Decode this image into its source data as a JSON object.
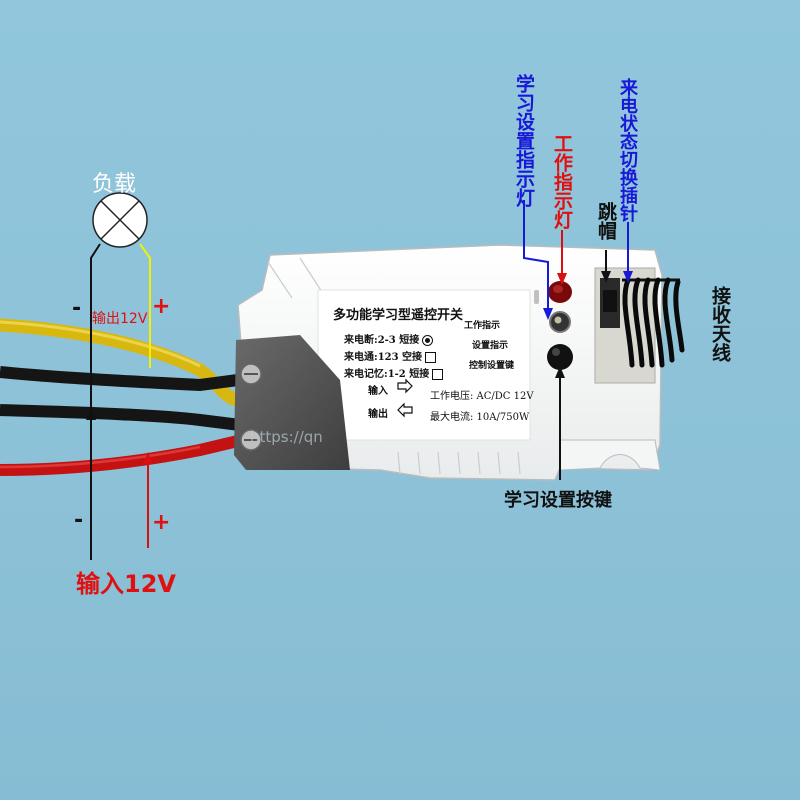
{
  "labels": {
    "load": "负载",
    "output_label": "输出12V",
    "out_minus": "-",
    "out_plus": "+",
    "in_minus": "-",
    "in_plus": "+",
    "input_label": "输入12V",
    "learn_indicator": "学习设置指示灯",
    "work_indicator": "工作指示灯",
    "jumper": "跳帽",
    "power_state_pins": "来电状态切换插针",
    "antenna": "接收天线",
    "learn_button": "学习设置按键",
    "watermark": "https://qn"
  },
  "device_panel": {
    "title": "多功能学习型遥控开关",
    "mode1": "来电断:2-3 短接",
    "mode2": "来电通:123 空接",
    "mode3": "来电记忆:1-2 短接",
    "work_indicator": "工作指示",
    "setting_indicator": "设置指示",
    "control_button": "控制设置键",
    "input": "输入",
    "output": "输出",
    "voltage": "工作电压: AC/DC 12V",
    "current": "最大电流: 10A/750W"
  },
  "colors": {
    "background": "#8fc3d9",
    "red_label": "#e01010",
    "blue_label": "#1010d0",
    "wire_yellow": "#e8c814",
    "wire_red": "#cc1414",
    "wire_black": "#151515"
  }
}
